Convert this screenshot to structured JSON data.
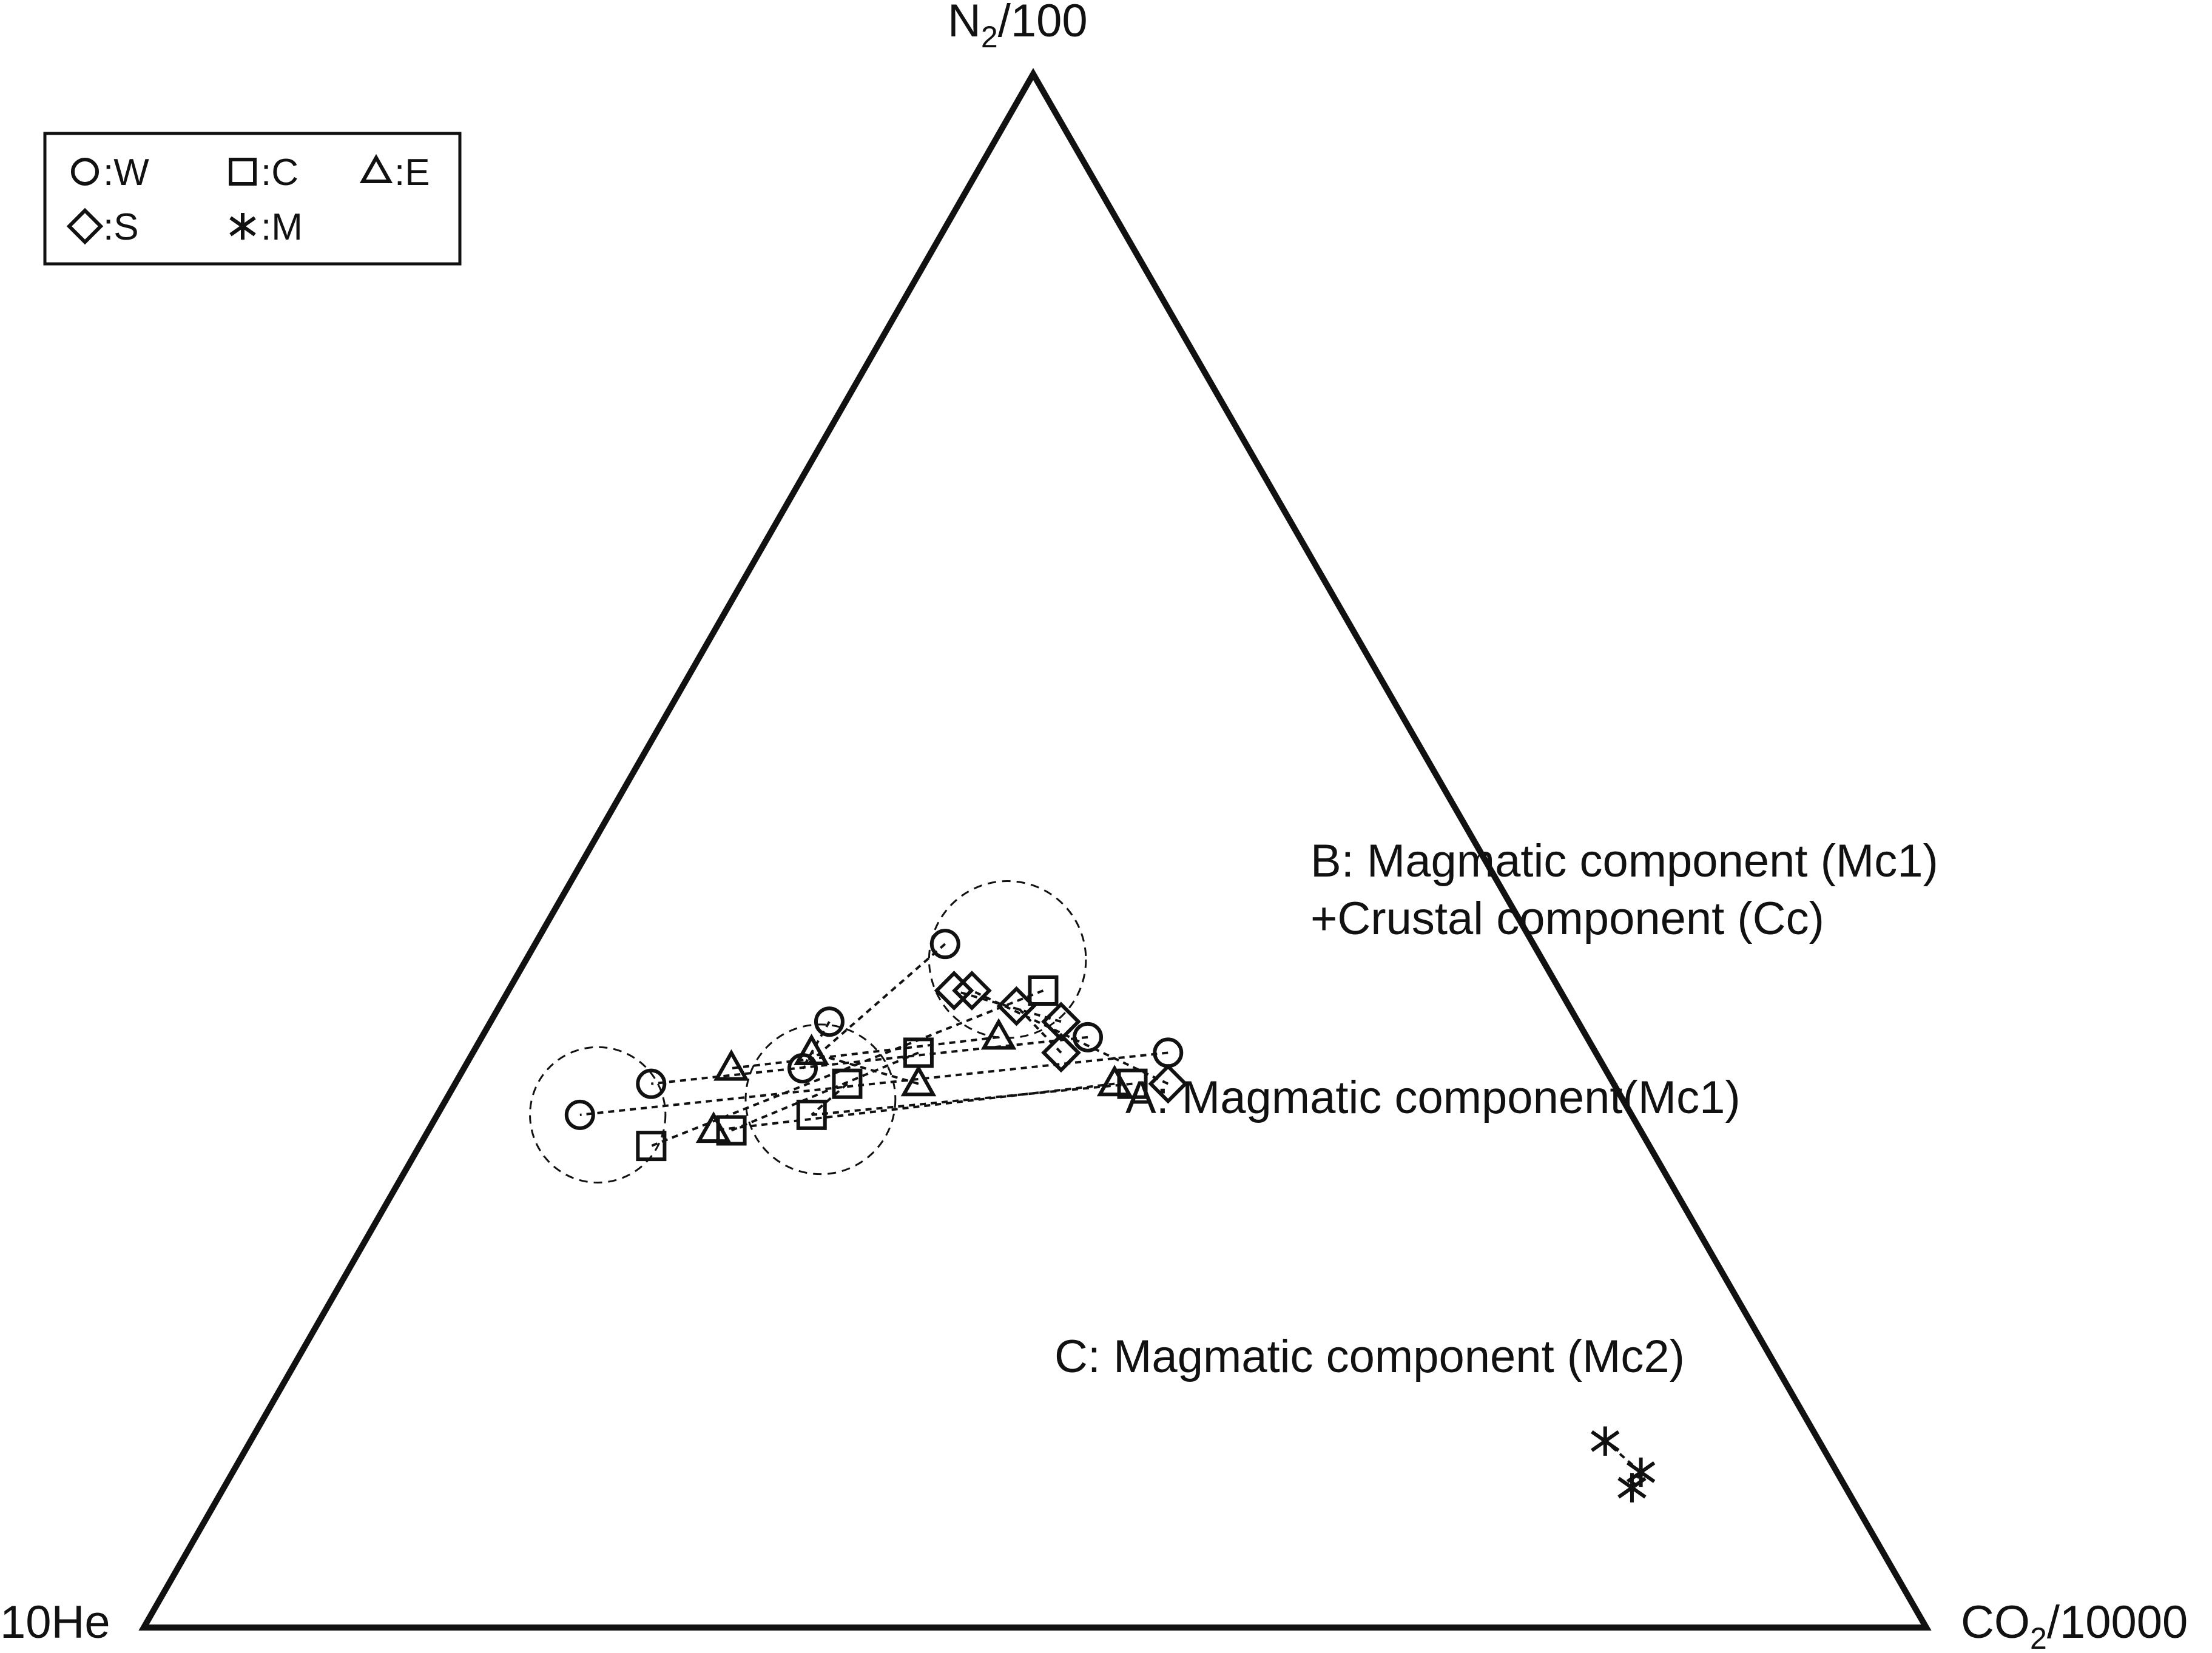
{
  "chart_data": {
    "type": "ternary",
    "vertices": {
      "top": "N2/100",
      "left": "10He",
      "right": "CO2/10000"
    },
    "legend": {
      "placement": "top-left",
      "entries": [
        {
          "symbol": "circle",
          "label": ":W"
        },
        {
          "symbol": "square",
          "label": ":C"
        },
        {
          "symbol": "triangle",
          "label": ":E"
        },
        {
          "symbol": "diamond",
          "label": ":S"
        },
        {
          "symbol": "asterisk",
          "label": ":M"
        }
      ]
    },
    "groups": [
      {
        "text": "B: Magmatic component (Mc1)",
        "text2": "+Crustal component (Cc)",
        "center": [
          0.3,
          0.43,
          0.27
        ],
        "radius": 0.044
      },
      {
        "text": "A: Magmatic component(Mc1)",
        "text2": "",
        "center": [
          0.45,
          0.34,
          0.21
        ],
        "radius": 0.042
      },
      {
        "text": "C: Magmatic component (Mc2)",
        "text2": "",
        "center": [
          0.58,
          0.33,
          0.09
        ],
        "radius": 0.038
      }
    ],
    "series": [
      {
        "marker": "asterisk",
        "points": [
          [
            0.12,
            0.09,
            0.79
          ],
          [
            0.11,
            0.1,
            0.79
          ],
          [
            0.12,
            0.12,
            0.76
          ]
        ],
        "links": [
          [
            0,
            1
          ],
          [
            1,
            2
          ]
        ]
      },
      {
        "marker": "circle",
        "points": [
          [
            0.24,
            0.37,
            0.39
          ],
          [
            0.28,
            0.38,
            0.34
          ],
          [
            0.33,
            0.44,
            0.23
          ],
          [
            0.42,
            0.39,
            0.19
          ],
          [
            0.45,
            0.36,
            0.19
          ],
          [
            0.54,
            0.35,
            0.11
          ],
          [
            0.59,
            0.33,
            0.08
          ]
        ],
        "links": [
          [
            0,
            6
          ],
          [
            1,
            5
          ],
          [
            2,
            4
          ],
          [
            3,
            4
          ]
        ]
      },
      {
        "marker": "square",
        "points": [
          [
            0.27,
            0.35,
            0.38
          ],
          [
            0.29,
            0.41,
            0.3
          ],
          [
            0.38,
            0.37,
            0.25
          ],
          [
            0.43,
            0.35,
            0.22
          ],
          [
            0.46,
            0.33,
            0.21
          ],
          [
            0.51,
            0.32,
            0.17
          ],
          [
            0.56,
            0.31,
            0.13
          ]
        ],
        "links": [
          [
            0,
            4
          ],
          [
            1,
            6
          ],
          [
            2,
            5
          ],
          [
            3,
            4
          ]
        ]
      },
      {
        "marker": "triangle",
        "points": [
          [
            0.28,
            0.35,
            0.37
          ],
          [
            0.33,
            0.38,
            0.29
          ],
          [
            0.39,
            0.35,
            0.26
          ],
          [
            0.44,
            0.37,
            0.19
          ],
          [
            0.49,
            0.36,
            0.15
          ],
          [
            0.52,
            0.32,
            0.16
          ]
        ],
        "links": [
          [
            0,
            5
          ],
          [
            1,
            4
          ],
          [
            2,
            3
          ]
        ]
      },
      {
        "marker": "diamond",
        "points": [
          [
            0.25,
            0.35,
            0.4
          ],
          [
            0.29,
            0.39,
            0.32
          ],
          [
            0.31,
            0.4,
            0.29
          ],
          [
            0.33,
            0.41,
            0.26
          ],
          [
            0.34,
            0.41,
            0.25
          ],
          [
            0.3,
            0.37,
            0.33
          ]
        ],
        "links": [
          [
            0,
            3
          ],
          [
            1,
            4
          ],
          [
            5,
            2
          ]
        ]
      }
    ]
  }
}
